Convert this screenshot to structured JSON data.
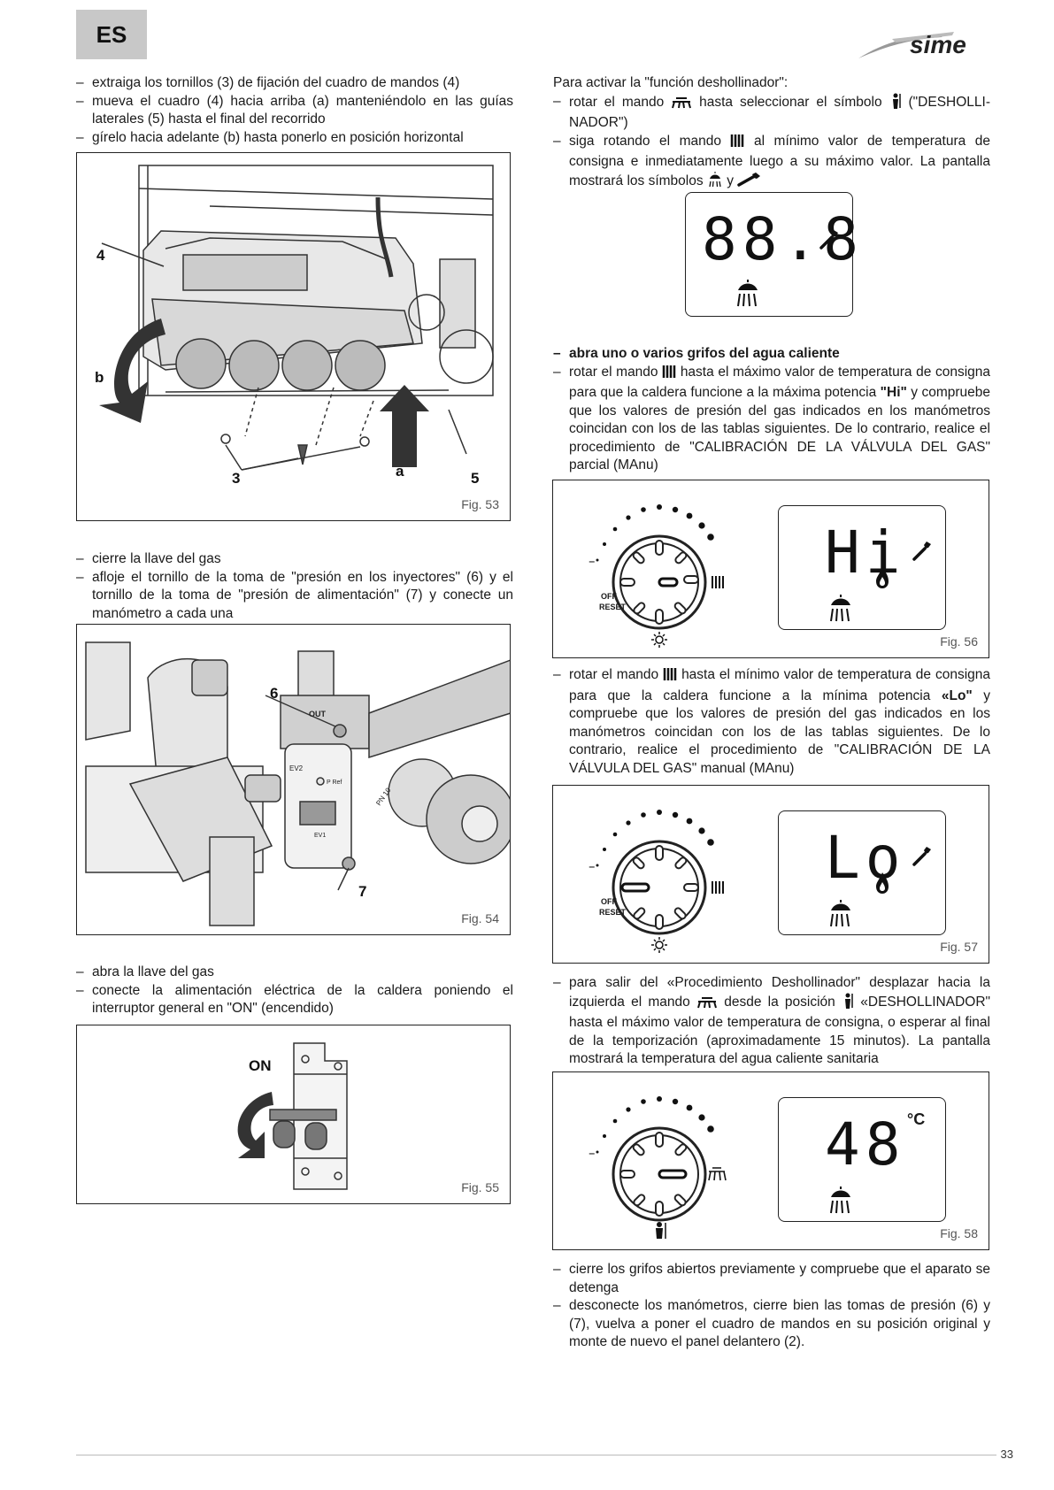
{
  "header": {
    "language_tab": "ES",
    "brand": "sime"
  },
  "left": {
    "block1": [
      "extraiga los tornillos (3) de fijación del cuadro de mandos (4)",
      "mueva el cuadro (4) hacia arriba (a) manteniéndolo en las guías laterales (5) hasta el final del recorrido",
      "gírelo hacia adelante (b) hasta ponerlo en posición horizontal"
    ],
    "fig53": {
      "caption": "Fig. 53",
      "labels": {
        "l4": "4",
        "lb": "b",
        "l3": "3",
        "la": "a",
        "l5": "5"
      }
    },
    "block2": [
      "cierre la llave del gas",
      "afloje el tornillo de la toma de \"presión en los inyectores\" (6) y el tornillo de la toma de \"presión de alimentación\" (7) y conecte un manómetro a cada una"
    ],
    "fig54": {
      "caption": "Fig. 54",
      "labels": {
        "l6": "6",
        "l7": "7",
        "out": "OUT",
        "ev2": "EV2",
        "pref": "P Ref",
        "ev1": "EV1",
        "pn": "PN 10"
      }
    },
    "block3": [
      "abra la llave del gas",
      "conecte la alimentación eléctrica de la caldera poniendo el interruptor general en \"ON\" (encendido)"
    ],
    "fig55": {
      "caption": "Fig. 55",
      "on_label": "ON"
    }
  },
  "right": {
    "intro": "Para activar la \"función deshollinador\":",
    "b1_a": "rotar el mando",
    "b1_b": "hasta seleccionar el símbolo",
    "b1_c": "(\"DESHOLLI­NADOR\")",
    "b2_a": "siga rotando el mando",
    "b2_b": "al mínimo valor de temperatura de consigna e inmediatamente luego a su máximo valor. La pantalla mostrará los símbolos",
    "b2_c": "y",
    "display1": "88.8",
    "b3": "abra uno o varios grifos del agua caliente",
    "b4_a": "rotar el mando",
    "b4_b": "hasta el máximo valor de temperatura de consigna para que la caldera funcione a la máxima potencia",
    "b4_hi": "\"Hi\"",
    "b4_c": "y compruebe que los valores de presión del gas indicados en los manómetros coincidan con los de las tablas siguientes. De lo contrario, realice el procedimiento de \"CALIBRACIÓN DE LA VÁLVULA DEL GAS\" parcial (MAnu)",
    "fig56": {
      "caption": "Fig. 56",
      "display": "Hi",
      "off": "OFF",
      "reset": "RESET",
      "minus": "–"
    },
    "b5_a": "rotar el mando",
    "b5_b": "hasta el mínimo valor de temperatura de consigna para que la caldera funcione a la mínima potencia",
    "b5_lo": "«Lo\"",
    "b5_c": "y compruebe que los valores de presión del gas indicados en los manómetros coincidan con los de las tablas siguientes. De lo contrario, realice el procedimiento de \"CALIBRACIÓN DE LA VÁLVULA DEL GAS\" manual (MAnu)",
    "fig57": {
      "caption": "Fig. 57",
      "display": "Lo",
      "off": "OFF",
      "reset": "RESET",
      "minus": "–"
    },
    "b6_a": "para salir del «Procedimiento Deshollinador\" desplazar hacia la izquierda el mando",
    "b6_b": "desde la posición",
    "b6_c": "«DESHOLLINADOR\" hasta el máximo valor de temperatura de consigna, o esperar al final de la temporización (aproximadamente 15 minutos). La pantalla mostrará la temperatura del agua caliente sanitaria",
    "fig58": {
      "caption": "Fig. 58",
      "display": "48",
      "unit": "°C",
      "minus": "–"
    },
    "b7": "cierre los grifos abiertos previamente y compruebe que el aparato se detenga",
    "b8": "desconecte los manómetros, cierre bien las tomas de presión (6) y (7), vuelva a poner el cuadro de mandos en su posición original y monte de nuevo el panel delantero (2)."
  },
  "footer": {
    "page_number": "33"
  }
}
